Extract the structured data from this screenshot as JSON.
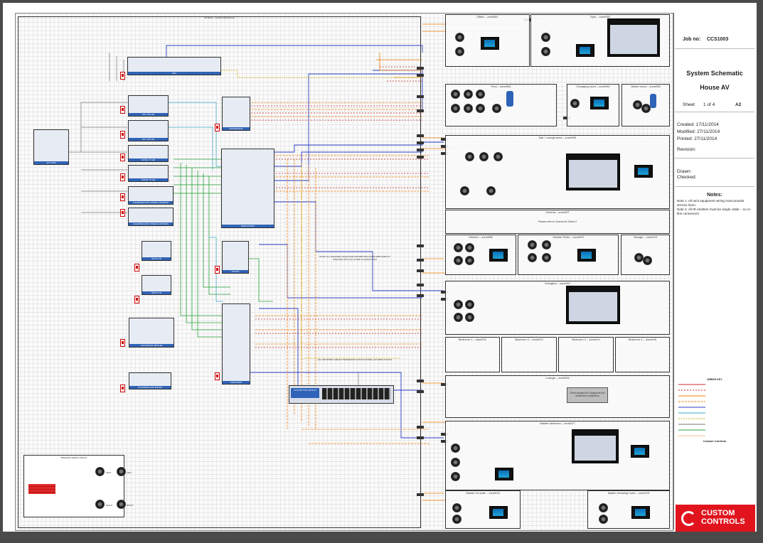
{
  "title_block": {
    "job_label": "Job no:",
    "job_value": "CCS1003",
    "title": "System Schematic",
    "subtitle": "House AV",
    "sheet_label": "Sheet",
    "sheet_value": "1 of 4",
    "paper": "A2",
    "created": "Created:  17/11/2014",
    "modified": "Modified: 27/11/2014",
    "printed": "Printed:  27/11/2014",
    "revision": "Revision:",
    "drawn": "Drawn:",
    "checked": "Checked:",
    "notes_title": "Notes:",
    "note1": "Note 1. All rack equipment wiring must provide service loom.",
    "note2": "Note 2. All IR emitters must be single cable – no in-line connectors",
    "wiring_key_title": "WIRING KEY",
    "company_name": "Custom Controls",
    "logo_line1": "CUSTOM",
    "logo_line2": "CONTROLS"
  },
  "rack": {
    "title": "AV Rack – Location (basement)",
    "devices": [
      {
        "label": "APC F8SI"
      },
      {
        "label": "APC"
      },
      {
        "label": "SKY HD+HD"
      },
      {
        "label": "SKY HD+HD"
      },
      {
        "label": "APPLE TV HD"
      },
      {
        "label": "APPLE TV HD"
      },
      {
        "label": "KALEIDESCAPE CINEMA CRIMSON"
      },
      {
        "label": "KALEIDESCAPE CINEMA CRIMSON"
      },
      {
        "label": "PROCESSOR"
      },
      {
        "label": "HDMI MATRIX"
      },
      {
        "label": "IR/IP 4×IR"
      },
      {
        "label": "IR/IP 4×IR"
      },
      {
        "label": "SONOS"
      },
      {
        "label": "AMPLIFIER"
      },
      {
        "label": "AUTONOMIC MMS-2E"
      },
      {
        "label": "KALEIDESCAPE ENTER"
      },
      {
        "label": "24 PORT PoE SWITCH"
      }
    ],
    "note_center": "NOTE: ALL SPEAKER LEADS ARE DISTRIBUTED FROM AMPLIFIER TO SPEAKER WITH NO OTHER CONNECTIONS",
    "switch_note": "ALL NETWORK CABLES TERMINATE IN PATCH PANEL LOCATED IN RACK"
  },
  "speaker_detail": {
    "title": "SPEAKER WIRING DETAIL",
    "labels": [
      "LEFT",
      "LEFT",
      "RIGHT",
      "RIGHT"
    ]
  },
  "zones": [
    {
      "label": "Office – zone001"
    },
    {
      "label": "Gym – zone002"
    },
    {
      "label": "Pool – zone003"
    },
    {
      "label": "Changing room – zone004"
    },
    {
      "label": "Steam room – zone005"
    },
    {
      "label": "Bar / Lounge area – zone006"
    },
    {
      "label": "Cinema – zone007"
    },
    {
      "label": "Kitchen – zone008"
    },
    {
      "label": "Garden Patio – zone009"
    },
    {
      "label": "Garage – zone010"
    },
    {
      "label": "Orangery – zone011"
    },
    {
      "label": "Bedroom 1 – zone012"
    },
    {
      "label": "Bedroom 2 – zone013"
    },
    {
      "label": "Bedroom 3 – zone014"
    },
    {
      "label": "Bedroom 4 – zone015"
    },
    {
      "label": "Lounge – zone016"
    },
    {
      "label": "Master bedroom – zone017"
    },
    {
      "label": "Master en-suite – zone018"
    },
    {
      "label": "Master dressing room – zone019"
    }
  ],
  "zone_texts": {
    "cinema_note": "Please refer to Cinema AV Sheet 2",
    "lounge_client": "Client supplied AV Equipment (No automation integration)"
  }
}
